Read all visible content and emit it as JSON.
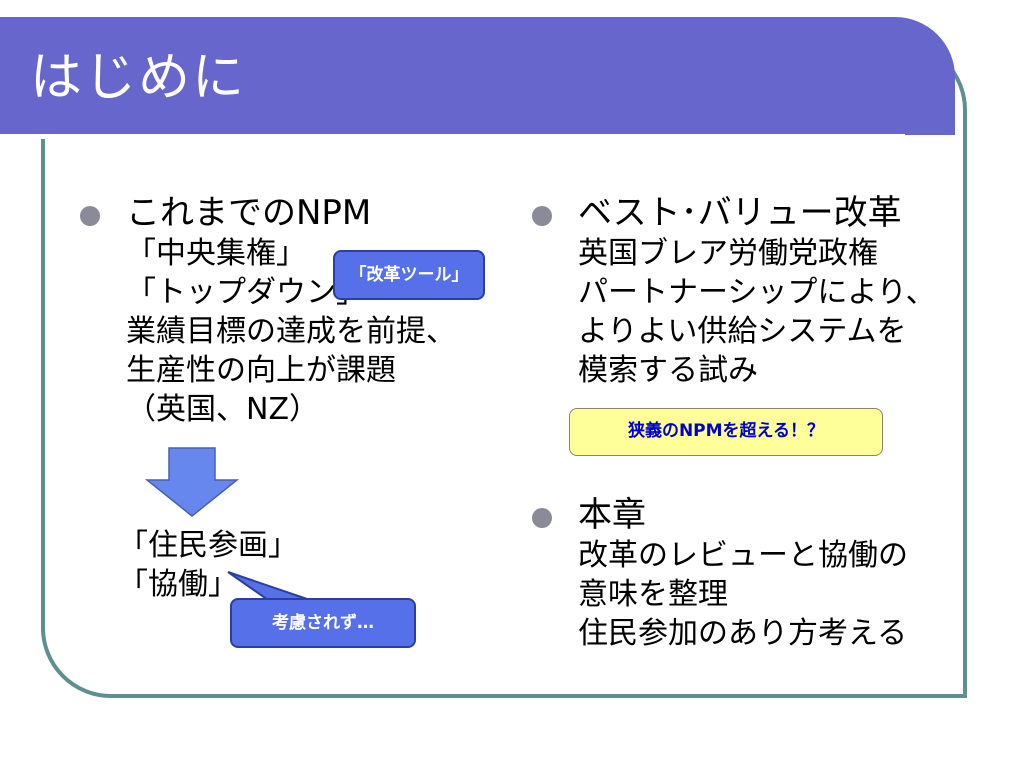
{
  "slide": {
    "title": "はじめに"
  },
  "left": {
    "heading": "これまでのNPM",
    "lines": [
      "「中央集権」",
      "「トップダウン」",
      "業績目標の達成を前提、",
      "生産性の向上が課題",
      "（英国、NZ）"
    ],
    "callout_tools": "「改革ツール」",
    "after_lines": [
      "「住民参画」",
      "「協働」"
    ],
    "callout_not_considered": "考慮されず…"
  },
  "right": {
    "heading1": "ベスト･バリュー改革",
    "lines1": [
      "英国ブレア労働党政権",
      "パートナーシップにより、",
      "よりよい供給システムを",
      "模索する試み"
    ],
    "callout_beyond": "狭義のNPMを超える！？",
    "heading2": "本章",
    "lines2": [
      "改革のレビューと協働の",
      "意味を整理",
      "住民参加のあり方考える"
    ]
  },
  "colors": {
    "title_bar": "#6666cc",
    "frame": "#5f8f8f",
    "bullet": "#8a8a99",
    "arrow": "#6688ee",
    "callout_blue": "#5570e8",
    "callout_yellow": "#ffff99"
  }
}
